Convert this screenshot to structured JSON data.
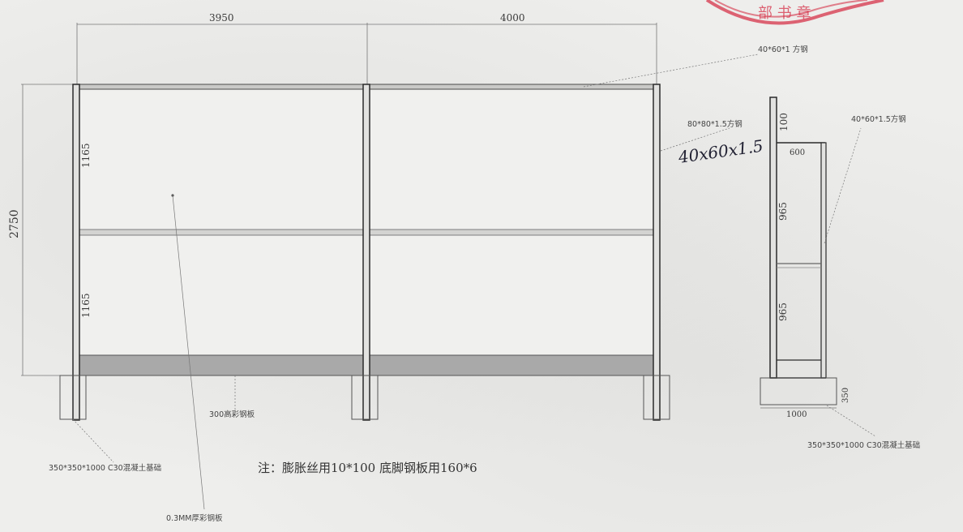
{
  "drawing": {
    "front_view": {
      "dim_top_left": "3950",
      "dim_top_right": "4000",
      "dim_total_height": "2750",
      "dim_upper_panel": "1165",
      "dim_lower_panel": "1165",
      "callout_top_tube": "40*60*1 方钢",
      "callout_post": "80*80*1.5方钢",
      "handwritten_note": "40x60x1.5",
      "callout_base_strip": "300高彩钢板",
      "callout_foundation": "350*350*1000 C30混凝土基础",
      "callout_panel": "0.3MM厚彩钢板"
    },
    "side_view": {
      "dim_top": "100",
      "dim_width_top": "600",
      "dim_upper": "965",
      "dim_lower": "965",
      "dim_foundation_height": "350",
      "dim_foundation_width": "1000",
      "callout_tube": "40*60*1.5方钢",
      "callout_foundation": "350*350*1000 C30混凝土基础"
    },
    "note_text": "注：膨胀丝用10*100    底脚钢板用160*6",
    "stamp_text": "部 书 章"
  },
  "colors": {
    "line": "#4a4a4a",
    "post": "#2b2b2b",
    "stamp": "#d6334a",
    "base_strip": "#a9a9a9"
  }
}
